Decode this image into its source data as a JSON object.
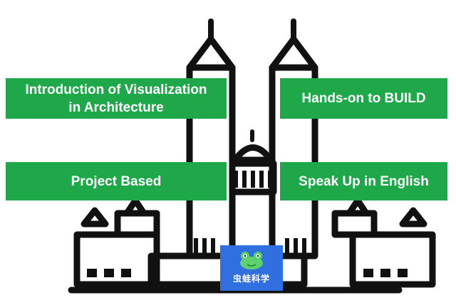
{
  "cards": {
    "intro": {
      "line1": "Introduction of Visualization",
      "line2": "in Architecture"
    },
    "hands_on": {
      "label": "Hands-on to BUILD"
    },
    "project": {
      "label": "Project Based"
    },
    "speak": {
      "label": "Speak Up in English"
    }
  },
  "logo": {
    "text": "虫蛙科学"
  },
  "colors": {
    "card_green": "#1ea84a",
    "logo_blue": "#2f6fe0",
    "outline": "#111111"
  }
}
